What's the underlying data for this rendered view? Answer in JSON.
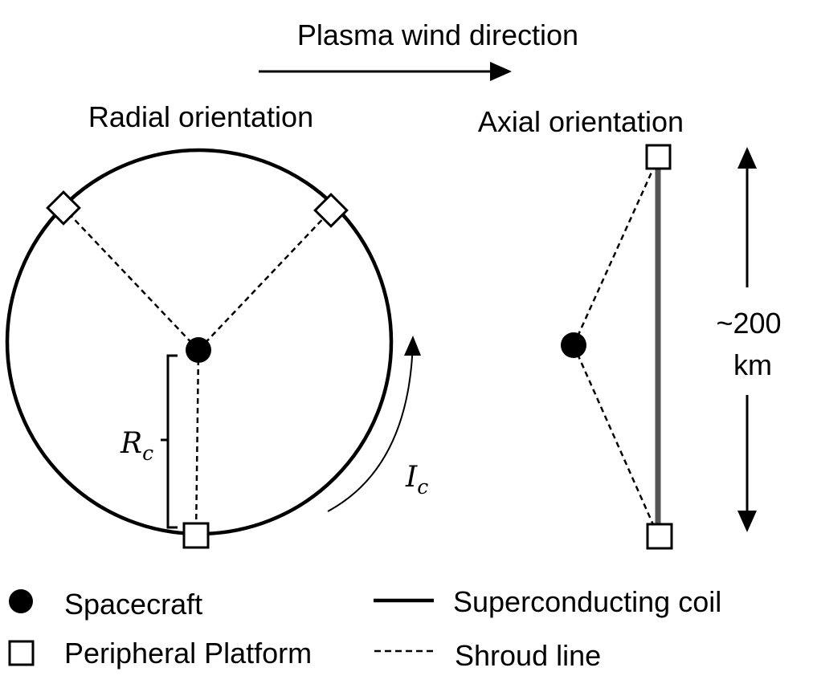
{
  "header": {
    "wind_label": "Plasma wind direction"
  },
  "radial": {
    "title": "Radial orientation",
    "radius_label": {
      "main": "R",
      "sub": "c"
    },
    "current_label": {
      "main": "I",
      "sub": "c"
    }
  },
  "axial": {
    "title": "Axial orientation",
    "length_label_line1": "~200",
    "length_label_line2": "km"
  },
  "legend": {
    "spacecraft": "Spacecraft",
    "peripheral_platform": "Peripheral Platform",
    "superconducting_coil": "Superconducting coil",
    "shroud_line": "Shroud line"
  },
  "colors": {
    "coil_axial": "#555555",
    "line": "#000000"
  }
}
